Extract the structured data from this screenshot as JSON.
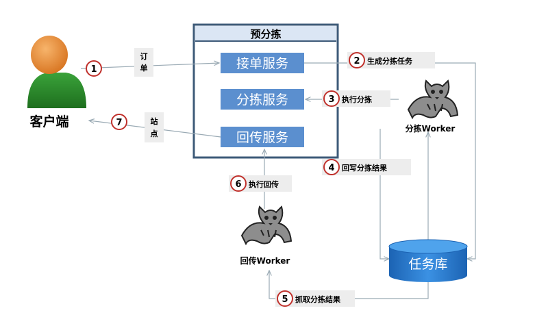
{
  "presort": {
    "title": "预分拣",
    "services": [
      {
        "label": "接单服务"
      },
      {
        "label": "分拣服务"
      },
      {
        "label": "回传服务"
      }
    ]
  },
  "client": {
    "label": "客户端"
  },
  "workers": {
    "sort": "分拣Worker",
    "callback": "回传Worker"
  },
  "db": {
    "label": "任务库"
  },
  "edges": [
    {
      "num": "1",
      "label_line1": "订",
      "label_line2": "单"
    },
    {
      "num": "2",
      "label": "生成分拣任务"
    },
    {
      "num": "3",
      "label": "执行分拣"
    },
    {
      "num": "4",
      "label": "回写分拣结果"
    },
    {
      "num": "5",
      "label": "抓取分拣结果"
    },
    {
      "num": "6",
      "label": "执行回传"
    },
    {
      "num": "7",
      "label_line1": "站",
      "label_line2": "点"
    }
  ],
  "colors": {
    "service_fill": "#5b8fcf",
    "title_bar": "#dbe6f4",
    "frame": "#3d5a78",
    "db_fill": "#2a7fd4",
    "circle_stroke": "#c0302b"
  }
}
